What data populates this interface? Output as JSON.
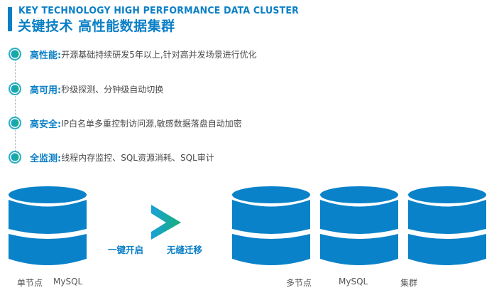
{
  "header": {
    "title_en": "KEY TECHNOLOGY HIGH PERFORMANCE DATA CLUSTER",
    "title_zh": "关键技术 高性能数据集群"
  },
  "features": [
    {
      "title": "高性能:",
      "desc": "开源基础持续研发5年以上,针对高并发场景进行优化",
      "icon": "gradient-circle-bullet"
    },
    {
      "title": "高可用:",
      "desc": "秒级探测、分钟级自动切换",
      "icon": "gradient-circle-bullet"
    },
    {
      "title": "高安全:",
      "desc": "IP白名单多重控制访问源,敏感数据落盘自动加密",
      "icon": "gradient-circle-bullet"
    },
    {
      "title": "全监测:",
      "desc": "线程内存监控、SQL资源消耗、SQL审计",
      "icon": "gradient-circle-bullet"
    }
  ],
  "diagram": {
    "single": {
      "label_a": "单节点",
      "label_b": "MySQL",
      "icon": "database-icon"
    },
    "migration": {
      "left_label": "一键开启",
      "right_label": "无缝迁移",
      "icon": "chevron-right-arrow"
    },
    "cluster": {
      "label_a": "多节点",
      "label_b": "MySQL",
      "label_c": "集群",
      "icon": "database-icon",
      "count": 3
    }
  },
  "colors": {
    "brand": "#0a7fc6",
    "db": "#0a82c9",
    "gradient_start": "#1aa0d8",
    "gradient_end": "#16b07a"
  }
}
